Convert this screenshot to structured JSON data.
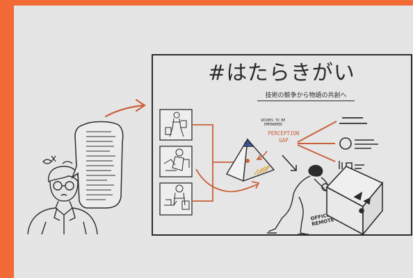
{
  "colors": {
    "frame": "#f26a35",
    "background": "#e5e5e5",
    "ink": "#2b2b2b",
    "accent": "#c9603a"
  },
  "board": {
    "title": "#はたらきがい",
    "subtitle": "技術の競争から物語の共創へ",
    "wishes_note": "WISHES TO BE EMPOWERED",
    "gap_label_line1": "PERCEPTION",
    "gap_label_line2": "GAP",
    "box_label": "OFFICE HOME TRA REMOTE VEL"
  },
  "icons": [
    "thinking-person-icon",
    "speech-bubble-icon",
    "arrow-icon",
    "traveler-panel-icon",
    "worker-panel-icon",
    "office-panel-icon",
    "pyramid-icon",
    "eye-icon",
    "pushing-person-icon",
    "box-icon",
    "circle-list-icon",
    "chart-list-icon"
  ]
}
